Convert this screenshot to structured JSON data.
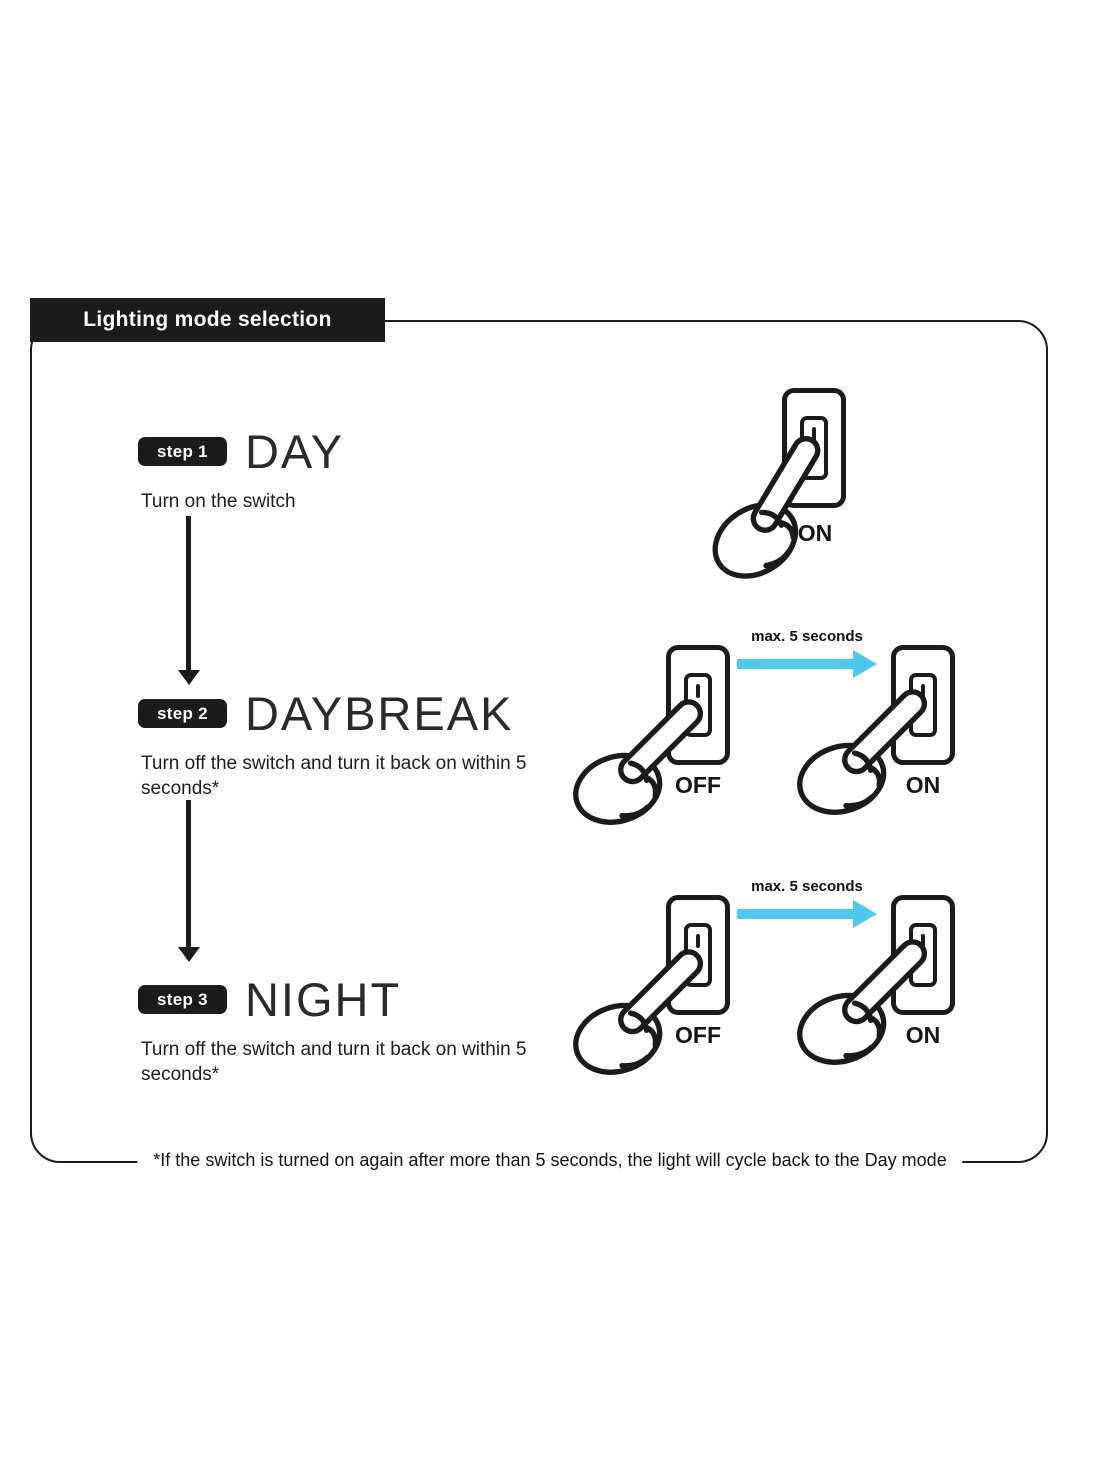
{
  "title": "Lighting mode selection",
  "steps": [
    {
      "badge": "step 1",
      "title": "DAY",
      "desc": "Turn on the switch"
    },
    {
      "badge": "step 2",
      "title": "DAYBREAK",
      "desc": "Turn off the switch and turn it back on within 5 seconds*"
    },
    {
      "badge": "step 3",
      "title": "NIGHT",
      "desc": "Turn off the switch and turn it back on within 5 seconds*"
    }
  ],
  "labels": {
    "on": "ON",
    "off": "OFF",
    "max_seconds": "max. 5 seconds"
  },
  "footnote": "*If the switch is turned on again after more than 5 seconds, the light will cycle back to the Day mode",
  "colors": {
    "ink": "#1b1b1b",
    "arrow": "#4fc8ed"
  }
}
